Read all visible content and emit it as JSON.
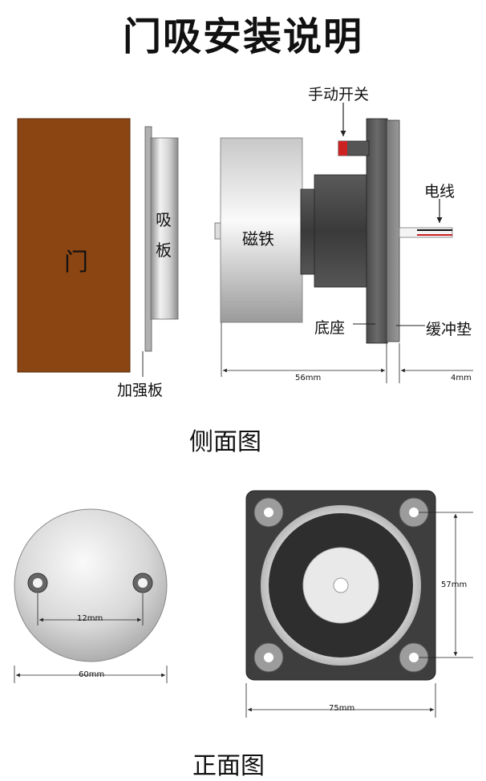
{
  "title": "门吸安装说明",
  "side_view": {
    "caption": "侧面图",
    "labels": {
      "door": "门",
      "plate_line1": "吸",
      "plate_line2": "板",
      "reinforcement": "加强板",
      "magnet": "磁铁",
      "switch": "手动开关",
      "wire": "电线",
      "base": "底座",
      "cushion": "缓冲垫"
    },
    "dims": {
      "magnet_depth": "56mm",
      "cushion_depth": "4mm"
    }
  },
  "front_view": {
    "caption": "正面图",
    "dims": {
      "hole_spacing": "12mm",
      "plate_diameter": "60mm",
      "base_width": "75mm",
      "hole_pitch": "57mm"
    }
  },
  "colors": {
    "door": "#8b4513",
    "metal_light": "#ececec",
    "metal_dark": "#9a9a9a",
    "base_dark": "#555555",
    "switch_red": "#cc2222"
  }
}
